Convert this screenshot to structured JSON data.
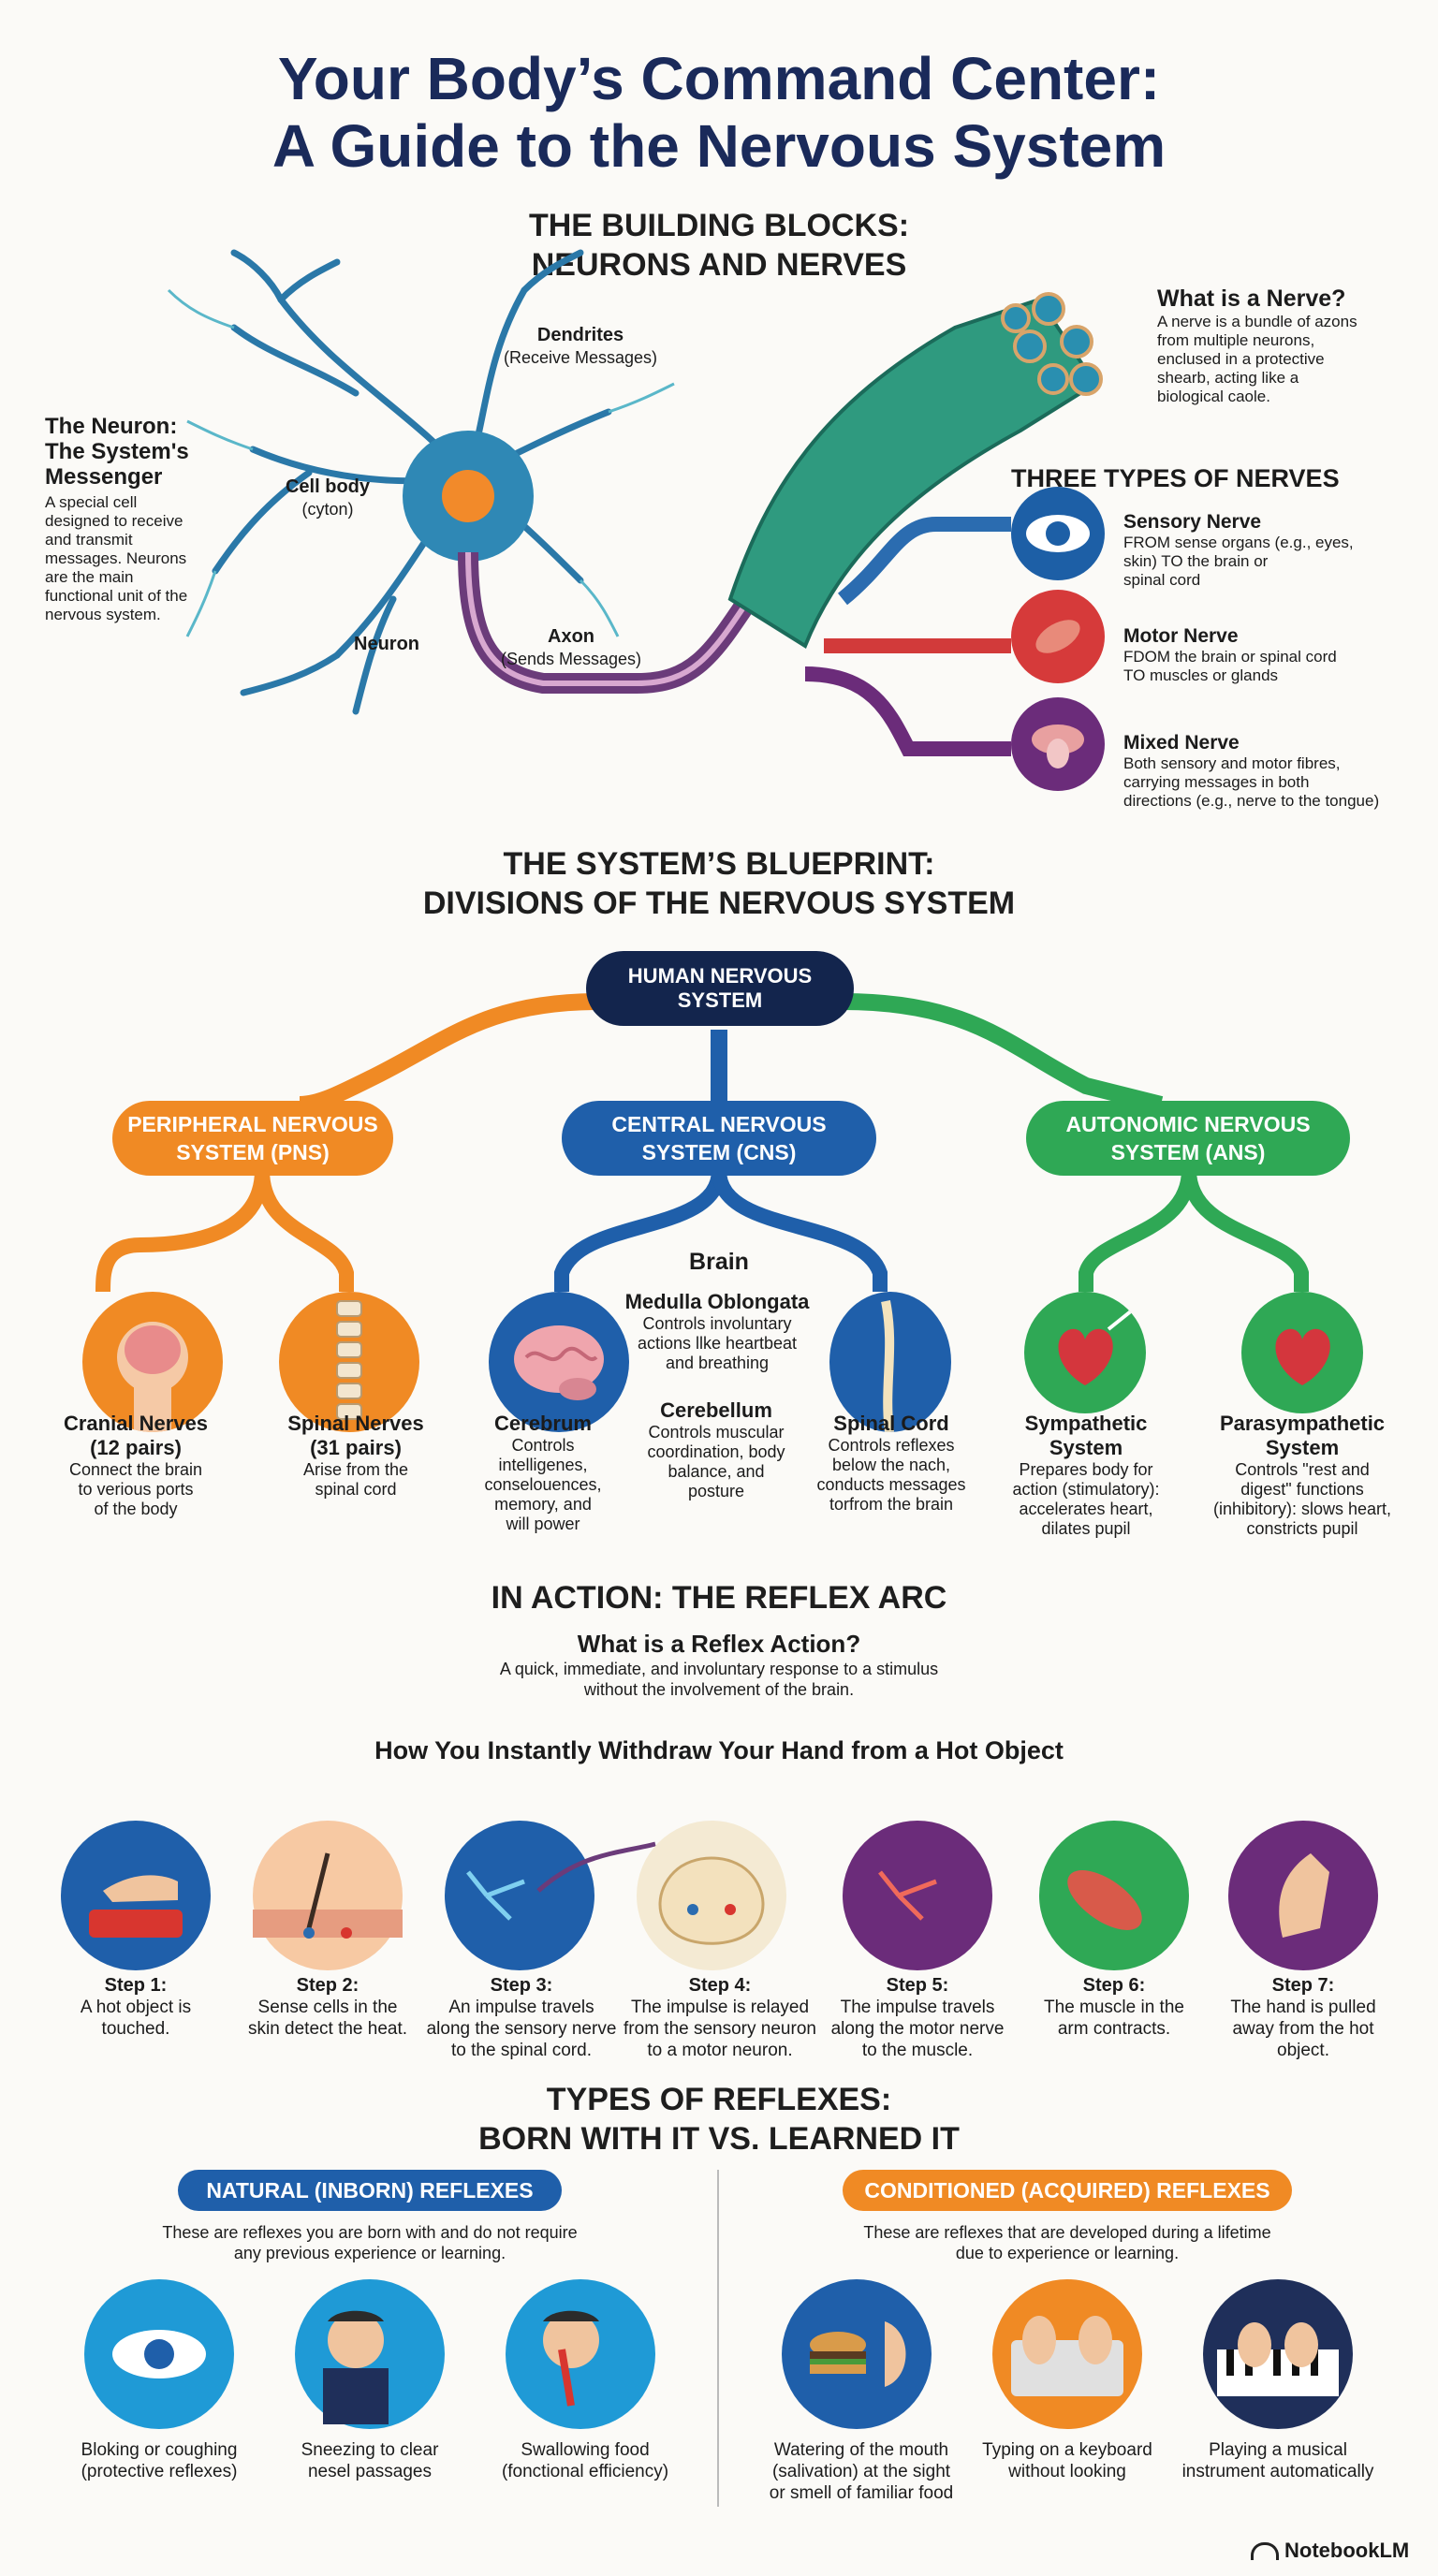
{
  "title": {
    "line1": "Your Body’s Command Center:",
    "line2": "A Guide to the Nervous System"
  },
  "building": {
    "title1": "THE BUILDING BLOCKS:",
    "title2": "NEURONS AND NERVES",
    "neuron_heading1": "The Neuron:",
    "neuron_heading2": "The System's",
    "neuron_heading3": "Messenger",
    "neuron_desc": [
      "A special cell",
      "designed to receive",
      "and transmit",
      "messages. Neurons",
      "are the main",
      "functional unit of the",
      "nervous system."
    ],
    "dendrites": "Dendrites",
    "dendrites_sub": "(Receive Messages)",
    "cellbody": "Cell body",
    "cellbody_sub": "(cyton)",
    "neuron_label": "Neuron",
    "axon": "Axon",
    "axon_sub": "(Sends Messages)",
    "nerve_heading": "What is a Nerve?",
    "nerve_desc": [
      "A nerve is a bundle of azons",
      "from multiple neurons,",
      "enclused in a protective",
      "shearb, acting like a",
      "biological caole."
    ],
    "types_heading": "THREE TYPES OF NERVES",
    "types": [
      {
        "name": "Sensory Nerve",
        "desc": [
          "FROM sense organs (e.g., eyes,",
          "skin) TO the brain or",
          "spinal cord"
        ]
      },
      {
        "name": "Motor Nerve",
        "desc": [
          "FDOM the brain or spinal cord",
          "TO muscles or glands"
        ]
      },
      {
        "name": "Mixed Nerve",
        "desc": [
          "Both sensory and motor fibres,",
          "carrying messages in both",
          "directions (e.g., nerve to the tongue)"
        ]
      }
    ]
  },
  "blueprint": {
    "title1": "THE SYSTEM’S BLUEPRINT:",
    "title2": "DIVISIONS OF THE NERVOUS SYSTEM",
    "root1": "HUMAN NERVOUS",
    "root2": "SYSTEM",
    "pns1": "PERIPHERAL NERVOUS",
    "pns2": "SYSTEM (PNS)",
    "cns1": "CENTRAL NERVOUS",
    "cns2": "SYSTEM (CNS)",
    "ans1": "AUTONOMIC NERVOUS",
    "ans2": "SYSTEM (ANS)",
    "cranial": {
      "name1": "Cranial Nerves",
      "name2": "(12 pairs)",
      "desc": [
        "Connect the brain",
        "to verious ports",
        "of the body"
      ]
    },
    "spinal": {
      "name1": "Spinal Nerves",
      "name2": "(31 pairs)",
      "desc": [
        "Arise from the",
        "spinal cord"
      ]
    },
    "brain": "Brain",
    "medulla": {
      "name": "Medulla Oblongata",
      "desc": [
        "Controls involuntary",
        "actions llke heartbeat",
        "and breathing"
      ]
    },
    "cerebellum": {
      "name": "Cerebellum",
      "desc": [
        "Controls muscular",
        "coordination, body",
        "balance, and",
        "posture"
      ]
    },
    "cerebrum": {
      "name": "Cerebrum",
      "desc": [
        "Controls",
        "intelligenes,",
        "conselouences,",
        "memory, and",
        "will power"
      ]
    },
    "spinalcord": {
      "name": "Spinal Cord",
      "desc": [
        "Controls reflexes",
        "below the nach,",
        "conducts messages",
        "torfrom the brain"
      ]
    },
    "sympathetic": {
      "name1": "Sympathetic",
      "name2": "System",
      "desc": [
        "Prepares body for",
        "action (stimulatory):",
        "accelerates heart,",
        "dilates pupil"
      ]
    },
    "parasympathetic": {
      "name1": "Parasympathetic",
      "name2": "System",
      "desc": [
        "Controls \"rest and",
        "digest\" functions",
        "(inhibitory): slows heart,",
        "constricts pupil"
      ]
    }
  },
  "reflex": {
    "title": "IN ACTION: THE REFLEX ARC",
    "q": "What is a Reflex Action?",
    "q_desc1": "A quick, immediate, and involuntary response to a stimulus",
    "q_desc2": "without the involvement of the brain.",
    "how": "How You Instantly Withdraw Your Hand from a Hot Object",
    "steps": [
      {
        "t": "Step 1:",
        "d": [
          "A hot object is",
          "touched."
        ]
      },
      {
        "t": "Step 2:",
        "d": [
          "Sense cells in the",
          "skin detect the heat."
        ]
      },
      {
        "t": "Step 3:",
        "d": [
          "An impulse travels",
          "along the sensory nerve",
          "to the spinal cord."
        ]
      },
      {
        "t": "Step 4:",
        "d": [
          "The impulse is relayed",
          "from the sensory neuron",
          "to a motor neuron."
        ]
      },
      {
        "t": "Step 5:",
        "d": [
          "The impulse travels",
          "along the motor nerve",
          "to the muscle."
        ]
      },
      {
        "t": "Step 6:",
        "d": [
          "The muscle in the",
          "arm contracts."
        ]
      },
      {
        "t": "Step 7:",
        "d": [
          "The hand is pulled",
          "away from the hot",
          "object."
        ]
      }
    ]
  },
  "types": {
    "title1": "TYPES OF REFLEXES:",
    "title2": "BORN WITH IT VS. LEARNED IT",
    "natural": "NATURAL (INBORN) REFLEXES",
    "natural_desc1": "These are reflexes you are born with and do not require",
    "natural_desc2": "any previous experience or learning.",
    "conditioned": "CONDITIONED (ACQUIRED) REFLEXES",
    "cond_desc1": "These are reflexes that are developed during a lifetime",
    "cond_desc2": "due to experience or learning.",
    "n_items": [
      {
        "d": [
          "Bloking or coughing",
          "(protective reflexes)"
        ]
      },
      {
        "d": [
          "Sneezing to clear",
          "nesel passages"
        ]
      },
      {
        "d": [
          "Swallowing food",
          "(fonctional efficiency)"
        ]
      }
    ],
    "c_items": [
      {
        "d": [
          "Watering of the mouth",
          "(salivation) at the sight",
          "or smell of familiar food"
        ]
      },
      {
        "d": [
          "Typing on a keyboard",
          "without looking"
        ]
      },
      {
        "d": [
          "Playing a musical",
          "instrument automatically"
        ]
      }
    ]
  },
  "brand": "NotebookLM"
}
